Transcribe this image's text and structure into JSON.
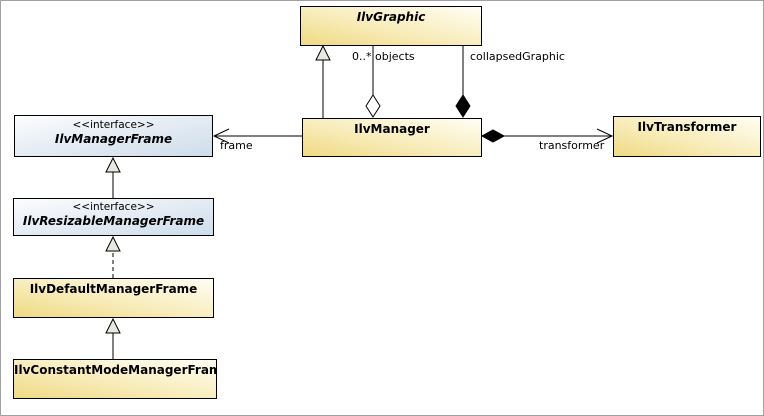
{
  "diagram_type": "uml-class-diagram",
  "classes": {
    "graphic": {
      "stereotype": "",
      "name": "IlvGraphic"
    },
    "manager": {
      "stereotype": "",
      "name": "IlvManager"
    },
    "transformer": {
      "stereotype": "",
      "name": "IlvTransformer"
    },
    "managerFrame": {
      "stereotype": "<<interface>>",
      "name": "IlvManagerFrame"
    },
    "resizableManagerFrame": {
      "stereotype": "<<interface>>",
      "name": "IlvResizableManagerFrame"
    },
    "defaultManagerFrame": {
      "stereotype": "",
      "name": "IlvDefaultManagerFrame"
    },
    "constantModeManagerFrame": {
      "stereotype": "",
      "name": "IlvConstantModeManagerFrame"
    }
  },
  "edge_labels": {
    "objects": "0..* objects",
    "collapsedGraphic": "collapsedGraphic",
    "frame": "frame",
    "transformer": "transformer"
  },
  "relationships": {
    "manager_extends_graphic": "generalization",
    "manager_aggregates_graphic_objects": "aggregation",
    "manager_composes_graphic_collapsedGraphic": "composition",
    "manager_association_frame": "directed-association",
    "manager_composes_transformer": "composition",
    "resizable_extends_managerFrame": "generalization",
    "default_realizes_resizable": "realization",
    "constant_extends_default": "generalization"
  },
  "colors": {
    "class_fill_dark": "#f0da84",
    "class_fill_light": "#fffef5",
    "interface_fill_light": "#fdfdfe",
    "interface_fill_dark": "#cdddeb",
    "node_border": "#000000",
    "triangle_fill": "#e8e8e0",
    "canvas_border": "#a0a0a0"
  }
}
